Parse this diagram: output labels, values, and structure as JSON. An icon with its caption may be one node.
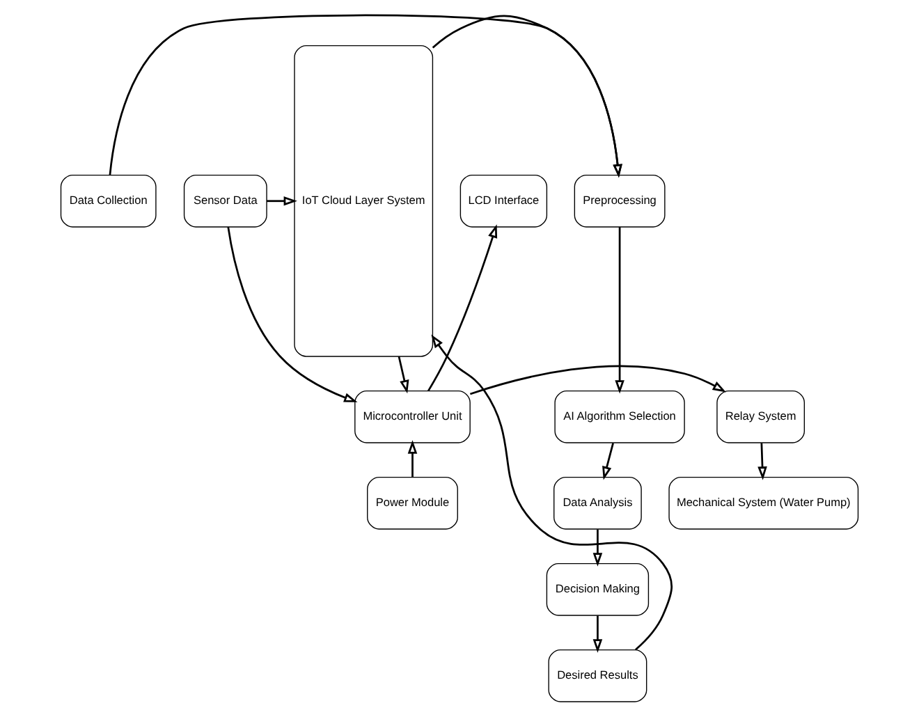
{
  "diagram": {
    "nodes": [
      {
        "text": [
          "Data Collection"
        ]
      },
      {
        "text": [
          "Preprocessing"
        ]
      },
      {
        "text": [
          "AI Algorithm Selection"
        ]
      },
      {
        "text": [
          "Data Analysis"
        ]
      },
      {
        "text": [
          "Decision Making"
        ]
      },
      {
        "text": [
          "Desired Results"
        ]
      },
      {
        "text": [
          "IoT Cloud Layer System"
        ]
      },
      {
        "text": [
          "Sensor Data"
        ]
      },
      {
        "text": [
          "LCD Interface"
        ]
      },
      {
        "text": [
          "Microcontroller Unit"
        ]
      },
      {
        "text": [
          "Relay System"
        ]
      },
      {
        "text": [
          "Power Module"
        ]
      },
      {
        "text": [
          "Mechanical System (Water Pump)"
        ]
      }
    ],
    "edges": [
      {
        "from": 0,
        "to": 1,
        "arrow": "to"
      },
      {
        "from": 6,
        "to": 1,
        "arrow": "to"
      },
      {
        "from": 7,
        "to": 6,
        "arrow": "to"
      },
      {
        "from": 1,
        "to": 2,
        "arrow": "to"
      },
      {
        "from": 2,
        "to": 3,
        "arrow": "to"
      },
      {
        "from": 3,
        "to": 4,
        "arrow": "to"
      },
      {
        "from": 4,
        "to": 5,
        "arrow": "to"
      },
      {
        "from": 5,
        "to": 6,
        "arrow": "to"
      },
      {
        "from": 6,
        "to": 9,
        "arrow": "to"
      },
      {
        "from": 7,
        "to": 9,
        "arrow": "to"
      },
      {
        "from": 9,
        "to": 8,
        "arrow": "to"
      },
      {
        "from": 9,
        "to": 10,
        "arrow": "to"
      },
      {
        "from": 11,
        "to": 9,
        "arrow": "to"
      },
      {
        "from": 10,
        "to": 12,
        "arrow": "to"
      }
    ]
  }
}
